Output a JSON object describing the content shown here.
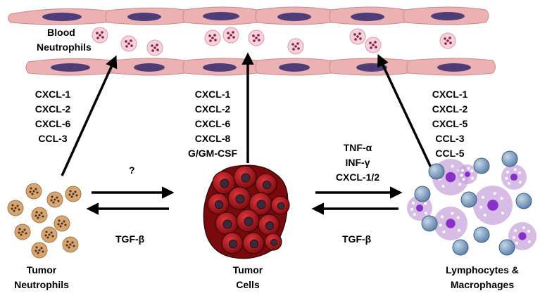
{
  "labels": {
    "blood_neutrophils": [
      "Blood",
      "Neutrophils"
    ],
    "tumor_neutrophils": [
      "Tumor",
      "Neutrophils"
    ],
    "tumor_cells": [
      "Tumor",
      "Cells"
    ],
    "lymph_macro": [
      "Lymphocytes &",
      "Macrophages"
    ],
    "question": "?",
    "tgf_left": "TGF-β",
    "tgf_right": "TGF-β"
  },
  "chemokines": {
    "left": [
      "CXCL-1",
      "CXCL-2",
      "CXCL-6",
      "CCL-3"
    ],
    "middle": [
      "CXCL-1",
      "CXCL-2",
      "CXCL-6",
      "CXCL-8",
      "G/GM-CSF"
    ],
    "right": [
      "CXCL-1",
      "CXCL-2",
      "CXCL-5",
      "CCL-3",
      "CCL-5"
    ],
    "center_right": [
      "TNF-α",
      "INF-γ",
      "CXCL-1/2"
    ]
  },
  "colors": {
    "vessel_fill": "#ebb1b3",
    "vessel_stroke": "#c98a8d",
    "vessel_nucleus": "#4f3d78",
    "blood_neutrophil": "#f6d3dc",
    "blood_neutrophil_granule": "#8c1f3e",
    "tumor_neutrophil": "#d7a572",
    "tumor_neutrophil_spot": "#4a2d17",
    "tumor_cell": "#b8161c",
    "tumor_cell_dark": "#7a0a0e",
    "tumor_nucleus": "#3a2a3a",
    "lymphocyte": "#7f9fbf",
    "macrophage": "#c9a6de",
    "macrophage_nucleus": "#8b2fc9"
  }
}
